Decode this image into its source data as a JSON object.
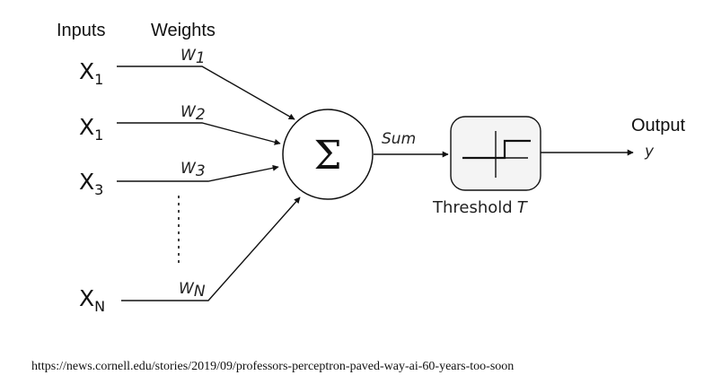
{
  "headers": {
    "inputs": "Inputs",
    "weights": "Weights",
    "output": "Output"
  },
  "inputs": [
    {
      "base": "X",
      "sub": "1"
    },
    {
      "base": "X",
      "sub": "1"
    },
    {
      "base": "X",
      "sub": "3"
    },
    {
      "base": "X",
      "sub": "N"
    }
  ],
  "weights": [
    {
      "base": "W",
      "sub": "1"
    },
    {
      "base": "W",
      "sub": "2"
    },
    {
      "base": "W",
      "sub": "3"
    },
    {
      "base": "W",
      "sub": "N"
    }
  ],
  "summation_symbol": "Σ",
  "sum_label": "Sum",
  "threshold_label": "Threshold",
  "threshold_symbol": "T",
  "output_symbol": "y",
  "source_url": "https://news.cornell.edu/stories/2019/09/professors-perceptron-paved-way-ai-60-years-too-soon"
}
